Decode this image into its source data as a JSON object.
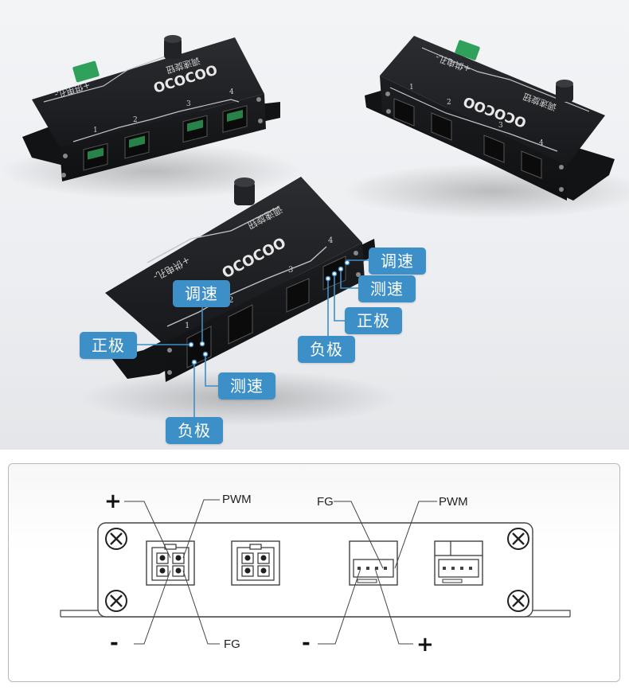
{
  "photo": {
    "controllers": [
      {
        "name": "top-left",
        "brand": "OCOCOO",
        "label_power": "+供电孔-",
        "label_knob": "调速旋钮",
        "ports": [
          "1",
          "2",
          "3",
          "4"
        ]
      },
      {
        "name": "top-right",
        "brand": "OCOCOO",
        "label_power": "+供电孔-",
        "label_knob": "调速旋钮",
        "ports": [
          "1",
          "2",
          "3",
          "4"
        ]
      },
      {
        "name": "center",
        "brand": "OCOCOO",
        "label_power": "+供电孔-",
        "label_knob": "调速旋钮",
        "ports": [
          "1",
          "2",
          "3",
          "4"
        ]
      }
    ],
    "callouts": {
      "right_speed": "调速",
      "right_tach": "测速",
      "right_positive": "正极",
      "right_negative": "负极",
      "left_speed": "调速",
      "left_positive": "正极",
      "left_tach": "测速",
      "left_negative": "负极"
    }
  },
  "diagram": {
    "left_plus": "+",
    "left_pwm": "PWM",
    "left_minus": "-",
    "left_fg": "FG",
    "right_fg": "FG",
    "right_pwm": "PWM",
    "right_minus": "-",
    "right_plus": "+"
  },
  "colors": {
    "callout_bg": "#3d8fc7",
    "device_body": "#1b1c1f",
    "terminal_green": "#2fa15a"
  }
}
